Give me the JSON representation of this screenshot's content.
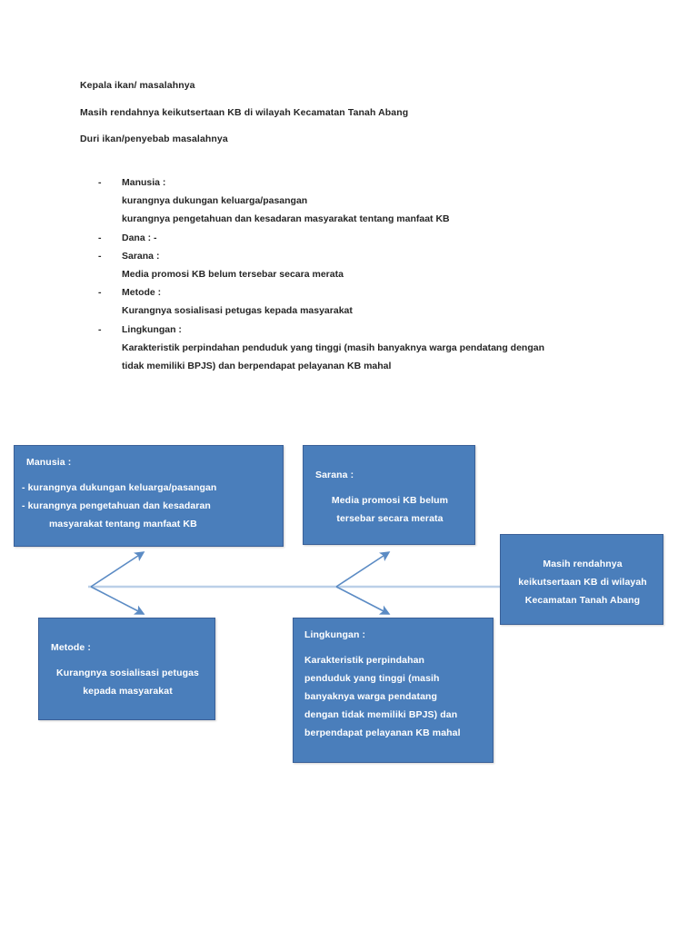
{
  "document": {
    "heading_head": "Kepala ikan/ masalahnya",
    "problem_statement": "Masih rendahnya keikutsertaan KB di wilayah Kecamatan Tanah Abang",
    "heading_bones": "Duri ikan/penyebab masalahnya",
    "causes": [
      {
        "bullet": "-",
        "label": "Manusia :",
        "details": [
          "kurangnya dukungan keluarga/pasangan",
          "kurangnya pengetahuan dan kesadaran masyarakat tentang manfaat KB"
        ]
      },
      {
        "bullet": "-",
        "label": "Dana  : -",
        "details": []
      },
      {
        "bullet": "-",
        "label": "Sarana :",
        "details": [
          "Media promosi KB belum tersebar secara merata"
        ]
      },
      {
        "bullet": "-",
        "label": "Metode :",
        "details": [
          "Kurangnya sosialisasi petugas kepada masyarakat"
        ]
      },
      {
        "bullet": "-",
        "label": "Lingkungan :",
        "details": [
          "Karakteristik perpindahan penduduk yang tinggi (masih banyaknya warga pendatang dengan",
          "tidak memiliki BPJS) dan berpendapat pelayanan KB mahal"
        ]
      }
    ]
  },
  "diagram": {
    "type": "fishbone",
    "colors": {
      "box_fill": "#4A7EBB",
      "box_border": "#3A6098",
      "bone_line": "#5B8BC4",
      "spine_line": "#BBD0E8",
      "box_text": "#FFFFFF"
    },
    "boxes": {
      "manusia": {
        "title": "Manusia :",
        "lines": [
          "- kurangnya dukungan keluarga/pasangan",
          "- kurangnya pengetahuan dan kesadaran",
          "masyarakat tentang manfaat KB"
        ]
      },
      "sarana": {
        "title": "Sarana :",
        "lines": [
          "Media promosi KB belum",
          "tersebar secara merata"
        ]
      },
      "metode": {
        "title": "Metode :",
        "lines": [
          "Kurangnya sosialisasi petugas",
          "kepada masyarakat"
        ]
      },
      "lingkungan": {
        "title": "Lingkungan :",
        "lines": [
          "Karakteristik perpindahan",
          "penduduk yang tinggi (masih",
          "banyaknya warga pendatang",
          "dengan tidak memiliki BPJS) dan",
          "berpendapat pelayanan KB mahal"
        ]
      },
      "head": {
        "title": "",
        "lines": [
          "Masih rendahnya",
          "keikutsertaan KB di wilayah",
          "Kecamatan Tanah Abang"
        ]
      }
    }
  }
}
